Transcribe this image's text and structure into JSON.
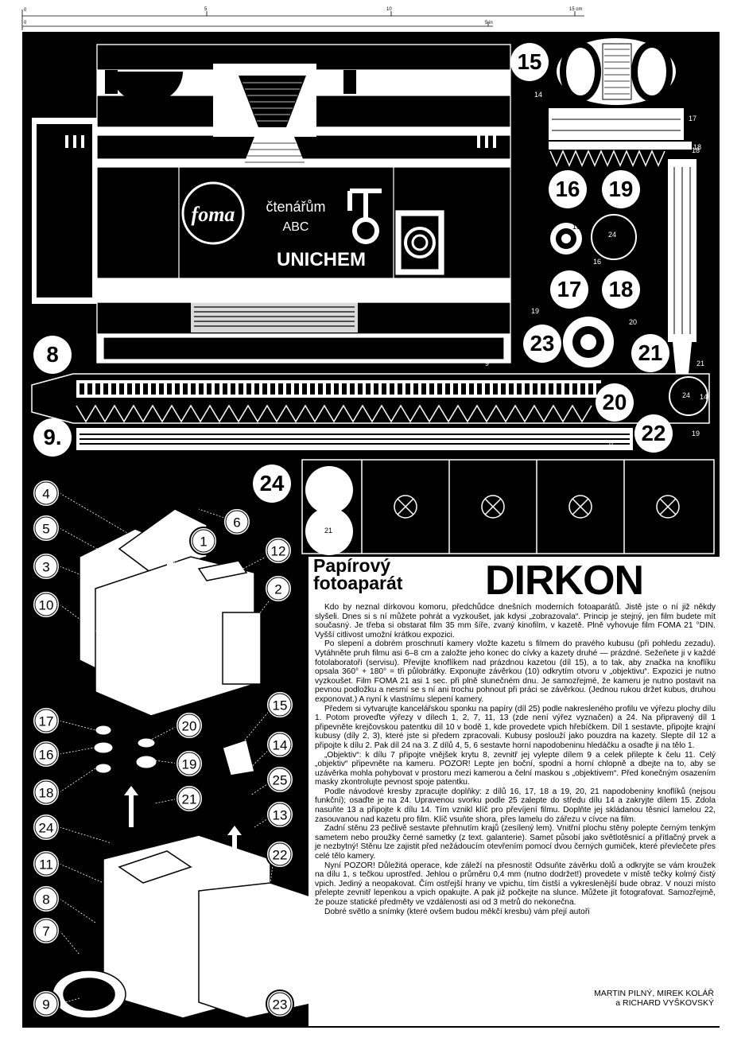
{
  "ruler": {
    "cm_ticks": [
      "0",
      "5",
      "10",
      "15 cm"
    ],
    "in_ticks": [
      "0",
      "5 in"
    ]
  },
  "box_labels": {
    "brand": "foma",
    "line1": "čtenářům",
    "line2": "ABC",
    "line3": "UNICHEM"
  },
  "part_numbers_top": [
    "15",
    "16",
    "19",
    "17",
    "18",
    "23",
    "21",
    "8",
    "20",
    "9.",
    "22",
    "24"
  ],
  "small_labels_top": [
    "14",
    "17",
    "18",
    "16",
    "16",
    "24",
    "19",
    "20",
    "9",
    "8",
    "21",
    "19",
    "14",
    "24",
    "18",
    "21"
  ],
  "part_numbers_assembly": [
    "4",
    "5",
    "3",
    "10",
    "1",
    "6",
    "12",
    "2",
    "17",
    "16",
    "18",
    "24",
    "11",
    "8",
    "7",
    "9",
    "20",
    "19",
    "21",
    "15",
    "14",
    "25",
    "13",
    "22",
    "23"
  ],
  "title": {
    "left_line1": "Papírový",
    "left_line2": "fotoaparát",
    "right": "DIRKON"
  },
  "paragraphs": [
    "Kdo by neznal dírkovou komoru, předchůdce dnešních moderních fotoaparátů. Jistě jste o ní již někdy slyšeli. Dnes si s ní můžete pohrát a vyzkoušet, jak kdysi „zobrazovala“. Princip je stejný, jen film budete mít současný. Je třeba si obstarat film 35 mm šíře, zvaný kinofilm, v kazetě. Plně vyhovuje film FOMA 21 °DIN. Vyšší citlivost umožní krátkou expozici.",
    "Po slepení a dobrém proschnutí kamery vložte kazetu s filmem do pravého kubusu (při pohledu zezadu). Vytáhněte pruh filmu asi 6–8 cm a založte jeho konec do cívky a kazety druhé — prázdné. Sežeňete ji v každé fotolaboratoři (servisu). Převijte knoflíkem nad prázdnou kazetou (díl 15), a to tak, aby značka na knoflíku opsala 360° + 180° = tři půlobrátky. Exponujte závěrkou (10) odkrytím otvoru v „objektivu“. Expozici je nutno vyzkoušet. Film FOMA 21 asi 1 sec. při plně slunečném dnu. Je samozřejmé, že kameru je nutno postavit na pevnou podložku a nesmí se s ní ani trochu pohnout při práci se závěrkou. (Jednou rukou držet kubus, druhou exponovat.) A nyní k vlastnímu slepení kamery.",
    "Předem si vytvarujte kancelářskou sponku na papíry (díl 25) podle nakresleného profilu ve výřezu plochy dílu 1. Potom proveďte výřezy v dílech 1, 2, 7, 11, 13 (zde není výřez vyznačen) a 24. Na připravený díl 1 připevněte krejčovskou patentku díl 10 v bodě 1, kde provedete vpich hřebíčkem. Díl 1 sestavte, připojte krajní kubusy (díly 2, 3), které jste si předem zpracovali. Kubusy poslouží jako pouzdra na kazety. Slepte díl 12 a připojte k dílu 2. Pak díl 24 na 3. Z dílů 4, 5, 6 sestavte horní napodobeninu hledáčku a osaďte ji na tělo 1.",
    "„Objektiv“: k dílu 7 připojte vnějšek krytu 8, zevnitř jej vylepte dílem 9 a celek přilepte k čelu 11. Celý „objektiv“ připevněte na kameru. POZOR! Lepte jen boční, spodní a horní chlopně a dbejte na to, aby se uzávěrka mohla pohybovat v prostoru mezi kamerou a čelní maskou s „objektivem“. Před konečným osazením masky zkontrolujte pevnost spoje patentku.",
    "Podle návodové kresby zpracujte doplňky: z dílů 16, 17, 18 a 19, 20, 21 napodobeniny knoflíků (nejsou funkční); osaďte je na 24. Upravenou svorku podle 25 zalepte do středu dílu 14 a zakryjte dílem 15. Zdola nasuňte 13 a připojte k dílu 14. Tím vznikl klíč pro převíjení filmu. Doplňte jej skládanou těsnicí lamelou 22, zasouvanou nad kazetu pro film. Klíč vsuňte shora, přes lamelu do zářezu v cívce na film.",
    "Zadní stěnu 23 pečlivě sestavte přehnutím krajů (zesílený lem). Vnitřní plochu stěny polepte černým tenkým sametem nebo proužky černé sametky (z text. galanterie). Samet působí jako světlotěsnicí a přítlačný prvek a je nezbytný! Stěnu lze zajistit před nežádoucím otevřením pomocí dvou černých gumiček, které převlečete přes celé tělo kamery.",
    "Nyní POZOR! Důležitá operace, kde záleží na přesnosti! Odsuňte závěrku dolů a odkryjte se vám kroužek na dílu 1, s tečkou uprostřed. Jehlou o průměru 0,4 mm (nutno dodržet!) provedete v místě tečky kolmý čistý vpich. Jediný a neopakovat. Čím ostřejší hrany ve vpichu, tím čistší a vykreslenější bude obraz. V nouzi místo přelepte zevnitř lepenkou a vpich opakujte. A pak již počkejte na slunce. Můžete jít fotografovat. Samozřejmě, že pouze statické předměty ve vzdálenosti asi od 3 metrů do nekonečna.",
    "Dobré světlo a snímky (které ovšem budou měkčí kresbu) vám přejí autoři"
  ],
  "credits": {
    "line1": "MARTIN PILNÝ, MIREK KOLÁŘ",
    "line2": "a RICHARD VYŠKOVSKÝ"
  }
}
